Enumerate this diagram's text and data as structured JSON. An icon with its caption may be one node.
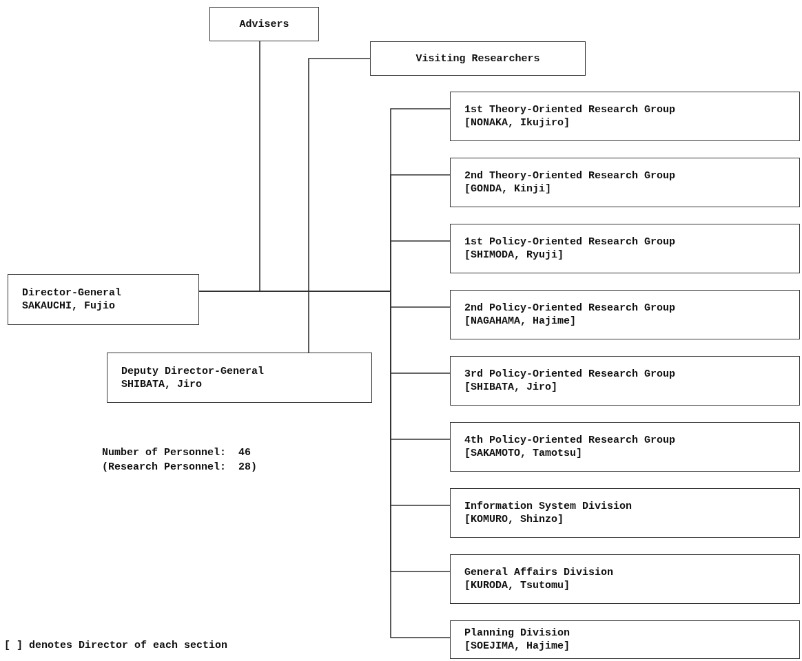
{
  "diagram": {
    "nodes": [
      {
        "text": [
          "Advisers"
        ]
      },
      {
        "text": [
          "Visiting Researchers"
        ]
      },
      {
        "text": [
          "1st Theory-Oriented Research Group",
          "[NONAKA, Ikujiro]"
        ]
      },
      {
        "text": [
          "2nd Theory-Oriented Research Group",
          "[GONDA, Kinji]"
        ]
      },
      {
        "text": [
          "1st Policy-Oriented Research Group",
          "[SHIMODA, Ryuji]"
        ]
      },
      {
        "text": [
          "Director-General",
          "SAKAUCHI, Fujio"
        ]
      },
      {
        "text": [
          "2nd Policy-Oriented Research Group",
          "[NAGAHAMA, Hajime]"
        ]
      },
      {
        "text": [
          "Deputy Director-General",
          "SHIBATA, Jiro"
        ]
      },
      {
        "text": [
          "3rd Policy-Oriented Research Group",
          "[SHIBATA, Jiro]"
        ]
      },
      {
        "text": [
          "4th Policy-Oriented Research Group",
          "[SAKAMOTO, Tamotsu]"
        ]
      },
      {
        "text": [
          "Information System Division",
          "[KOMURO, Shinzo]"
        ]
      },
      {
        "text": [
          "General Affairs Division",
          "[KURODA, Tsutomu]"
        ]
      },
      {
        "text": [
          "Planning Division",
          "[SOEJIMA, Hajime]"
        ]
      }
    ],
    "edges": [
      {
        "from": 5,
        "to": 0,
        "arrow": "none"
      },
      {
        "from": 5,
        "to": 1,
        "arrow": "none"
      },
      {
        "from": 5,
        "to": 7,
        "arrow": "none"
      },
      {
        "from": 5,
        "to": 2,
        "arrow": "none"
      },
      {
        "from": 5,
        "to": 3,
        "arrow": "none"
      },
      {
        "from": 5,
        "to": 4,
        "arrow": "none"
      },
      {
        "from": 5,
        "to": 6,
        "arrow": "none"
      },
      {
        "from": 5,
        "to": 8,
        "arrow": "none"
      },
      {
        "from": 5,
        "to": 9,
        "arrow": "none"
      },
      {
        "from": 5,
        "to": 10,
        "arrow": "none"
      },
      {
        "from": 5,
        "to": 11,
        "arrow": "none"
      },
      {
        "from": 5,
        "to": 12,
        "arrow": "none"
      }
    ],
    "labels": [
      "Number of Personnel:  46",
      "(Research Personnel:  28)",
      "[ ] denotes Director of each section"
    ]
  }
}
